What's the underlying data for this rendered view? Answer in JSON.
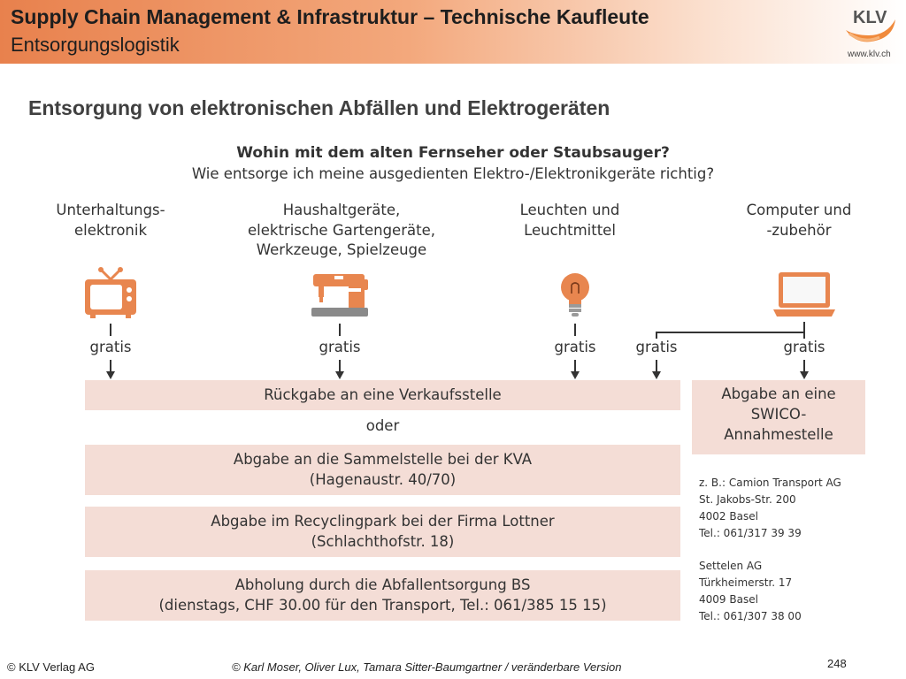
{
  "header": {
    "title": "Supply Chain Management & Infrastruktur – Technische Kaufleute",
    "subtitle": "Entsorgungslogistik",
    "logo_text": "KLV",
    "logo_url": "www.klv.ch"
  },
  "slide": {
    "heading": "Entsorgung von elektronischen Abfällen und Elektrogeräten",
    "question_1": "Wohin mit dem alten Fernseher oder Staubsauger?",
    "question_2": "Wie entsorge ich meine ausgedienten Elektro-/Elektronikgeräte richtig?"
  },
  "categories": [
    {
      "lines": [
        "Unterhaltungs-",
        "elektronik"
      ],
      "icon": "tv-icon"
    },
    {
      "lines": [
        "Haushaltgeräte,",
        "elektrische Gartengeräte,",
        "Werkzeuge, Spielzeuge"
      ],
      "icon": "sewing-machine-icon"
    },
    {
      "lines": [
        "Leuchten und",
        "Leuchtmittel"
      ],
      "icon": "light-bulb-icon"
    },
    {
      "lines": [
        "Computer und",
        "-zubehör"
      ],
      "icon": "laptop-icon"
    }
  ],
  "gratis_label": "gratis",
  "options": {
    "sale_point": "Rückgabe an eine Verkaufsstelle",
    "or": "oder",
    "kva": [
      "Abgabe an die Sammelstelle bei der KVA",
      "(Hagenaustr. 40/70)"
    ],
    "recycling": [
      "Abgabe im Recyclingpark bei der Firma Lottner",
      "(Schlachthofstr. 18)"
    ],
    "pickup": [
      "Abholung durch die Abfallentsorgung BS",
      "(dienstags, CHF 30.00 für den Transport, Tel.: 061/385 15 15)"
    ],
    "swico": [
      "Abgabe an eine",
      "SWICO-",
      "Annahmestelle"
    ]
  },
  "addresses": [
    [
      "z. B.: Camion Transport AG",
      "St. Jakobs-Str. 200",
      "4002 Basel",
      "Tel.: 061/317 39 39"
    ],
    [
      "Settelen AG",
      "Türkheimerstr. 17",
      "4009 Basel",
      "Tel.: 061/307 38 00"
    ]
  ],
  "footer": {
    "left": "© KLV Verlag AG",
    "middle": "© Karl Moser, Oliver Lux, Tamara Sitter-Baumgartner / veränderbare Version",
    "page": "248"
  },
  "colors": {
    "accent": "#e8814d",
    "icon": "#e8864f",
    "box": "#f4ddd6"
  }
}
